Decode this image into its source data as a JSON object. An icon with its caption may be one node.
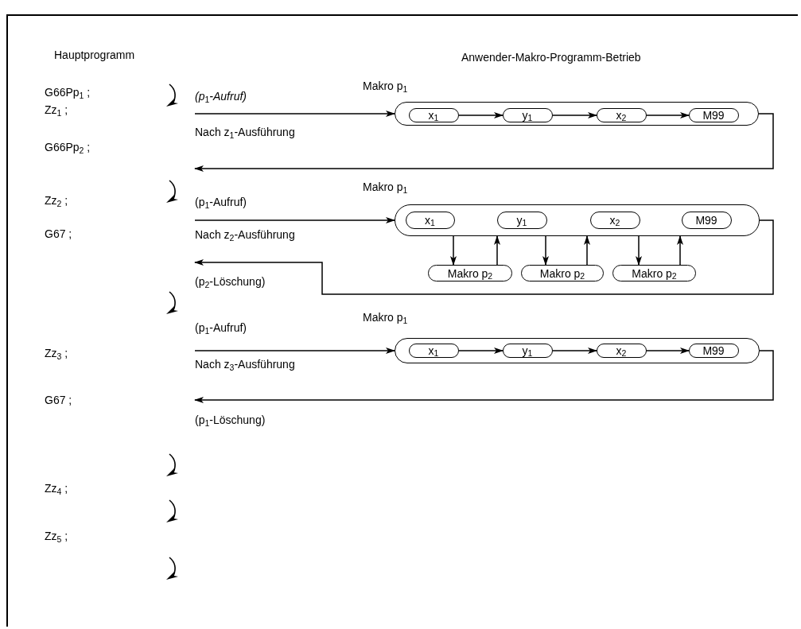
{
  "diagram": {
    "nodes": [
      {
        "text": [
          "Makro p$_{1}$"
        ]
      },
      {
        "text": [
          "x$_{1}$"
        ],
        "in": 0
      },
      {
        "text": [
          "y$_{1}$"
        ],
        "in": 0
      },
      {
        "text": [
          "x$_{2}$"
        ],
        "in": 0
      },
      {
        "text": [
          "M99"
        ],
        "in": 0
      },
      {
        "text": [
          "Makro p$_{1}$"
        ]
      },
      {
        "text": [
          "x$_{1}$"
        ],
        "in": 5
      },
      {
        "text": [
          "y$_{1}$"
        ],
        "in": 5
      },
      {
        "text": [
          "x$_{2}$"
        ],
        "in": 5
      },
      {
        "text": [
          "M99"
        ],
        "in": 5
      },
      {
        "text": [
          "Makro p$_{2}$"
        ]
      },
      {
        "text": [
          "Makro p$_{2}$"
        ]
      },
      {
        "text": [
          "Makro p$_{2}$"
        ]
      },
      {
        "text": [
          "Makro p$_{1}$"
        ]
      },
      {
        "text": [
          "x$_{1}$"
        ],
        "in": 13
      },
      {
        "text": [
          "y$_{1}$"
        ],
        "in": 13
      },
      {
        "text": [
          "x$_{2}$"
        ],
        "in": 13
      },
      {
        "text": [
          "M99"
        ],
        "in": 13
      }
    ],
    "edges": [
      {
        "from": null,
        "to": 0,
        "arrow": "to",
        "label": "*(p*$_{1}$*-Aufruf)*"
      },
      {
        "from": 1,
        "to": 2,
        "arrow": "to"
      },
      {
        "from": 2,
        "to": 3,
        "arrow": "to"
      },
      {
        "from": 3,
        "to": 4,
        "arrow": "to"
      },
      {
        "from": 0,
        "to": null,
        "arrow": "to"
      },
      {
        "from": null,
        "to": 5,
        "arrow": "to",
        "label": "(p$_{1}$-Aufruf)"
      },
      {
        "from": 5,
        "to": 10,
        "arrow": "to"
      },
      {
        "from": 10,
        "to": 5,
        "arrow": "to"
      },
      {
        "from": 5,
        "to": 11,
        "arrow": "to"
      },
      {
        "from": 11,
        "to": 5,
        "arrow": "to"
      },
      {
        "from": 5,
        "to": 12,
        "arrow": "to"
      },
      {
        "from": 12,
        "to": 5,
        "arrow": "to"
      },
      {
        "from": 5,
        "to": null,
        "arrow": "to",
        "label": "(p$_{2}$-Löschung)"
      },
      {
        "from": null,
        "to": 13,
        "arrow": "to",
        "label": "(p$_{1}$-Aufruf)"
      },
      {
        "from": 14,
        "to": 15,
        "arrow": "to"
      },
      {
        "from": 15,
        "to": 16,
        "arrow": "to"
      },
      {
        "from": 16,
        "to": 17,
        "arrow": "to"
      },
      {
        "from": 13,
        "to": null,
        "arrow": "to",
        "label": "(p$_{1}$-Löschung)"
      }
    ],
    "labels": [
      "Hauptprogramm",
      "Anwender-Makro-Programm-Betrieb",
      "G66Pp$_{1}$ ;",
      "Zz$_{1}$ ;",
      "Nach z$_{1}$-Ausführung",
      "G66Pp$_{2}$ ;",
      "Zz$_{2}$ ;",
      "Nach z$_{2}$-Ausführung",
      "G67 ;",
      "Zz$_{3}$ ;",
      "Nach z$_{3}$-Ausführung",
      "G67 ;",
      "Zz$_{4}$ ;",
      "Zz$_{5}$ ;"
    ]
  }
}
